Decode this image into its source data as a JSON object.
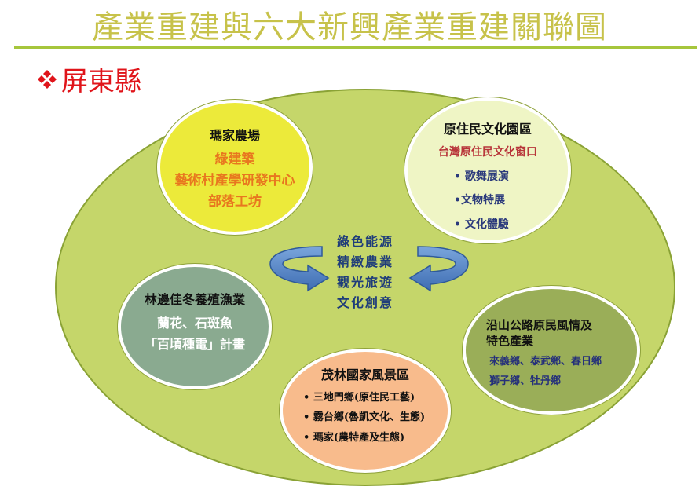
{
  "title": "產業重建與六大新興產業重建關聯圖",
  "section": "屏東縣",
  "center_labels": [
    "綠色能源",
    "精緻農業",
    "觀光旅遊",
    "文化創意"
  ],
  "bubbles": {
    "majia_farm": {
      "title": "瑪家農場",
      "lines": [
        "綠建築",
        "藝術村產學研發中心",
        "部落工坊"
      ]
    },
    "indigenous_park": {
      "title": "原住民文化園區",
      "subtitle": "台灣原住民文化窗口",
      "items": [
        "• 歌舞展演",
        "•文物特展",
        "• 文化體驗"
      ]
    },
    "linbian": {
      "title": "林邊佳冬養殖漁業",
      "lines": [
        "蘭花、石斑魚",
        "「百頃種電」計畫"
      ]
    },
    "maolin": {
      "title": "茂林國家風景區",
      "items": [
        "• 三地門鄉(原住民工藝)",
        "• 霧台鄉(魯凱文化、生態)",
        "• 瑪家(農特產及生態)"
      ]
    },
    "coastal_road": {
      "title_lines": [
        "沿山公路原民風情及",
        "特色產業"
      ],
      "lines": [
        "來義鄉、泰武鄉、春日鄉",
        "獅子鄉、牡丹鄉"
      ]
    }
  },
  "colors": {
    "title": "#c7c24a",
    "section": "#e0141a",
    "ellipse": "#c5d66a",
    "arrow": "#4f7fc0"
  }
}
